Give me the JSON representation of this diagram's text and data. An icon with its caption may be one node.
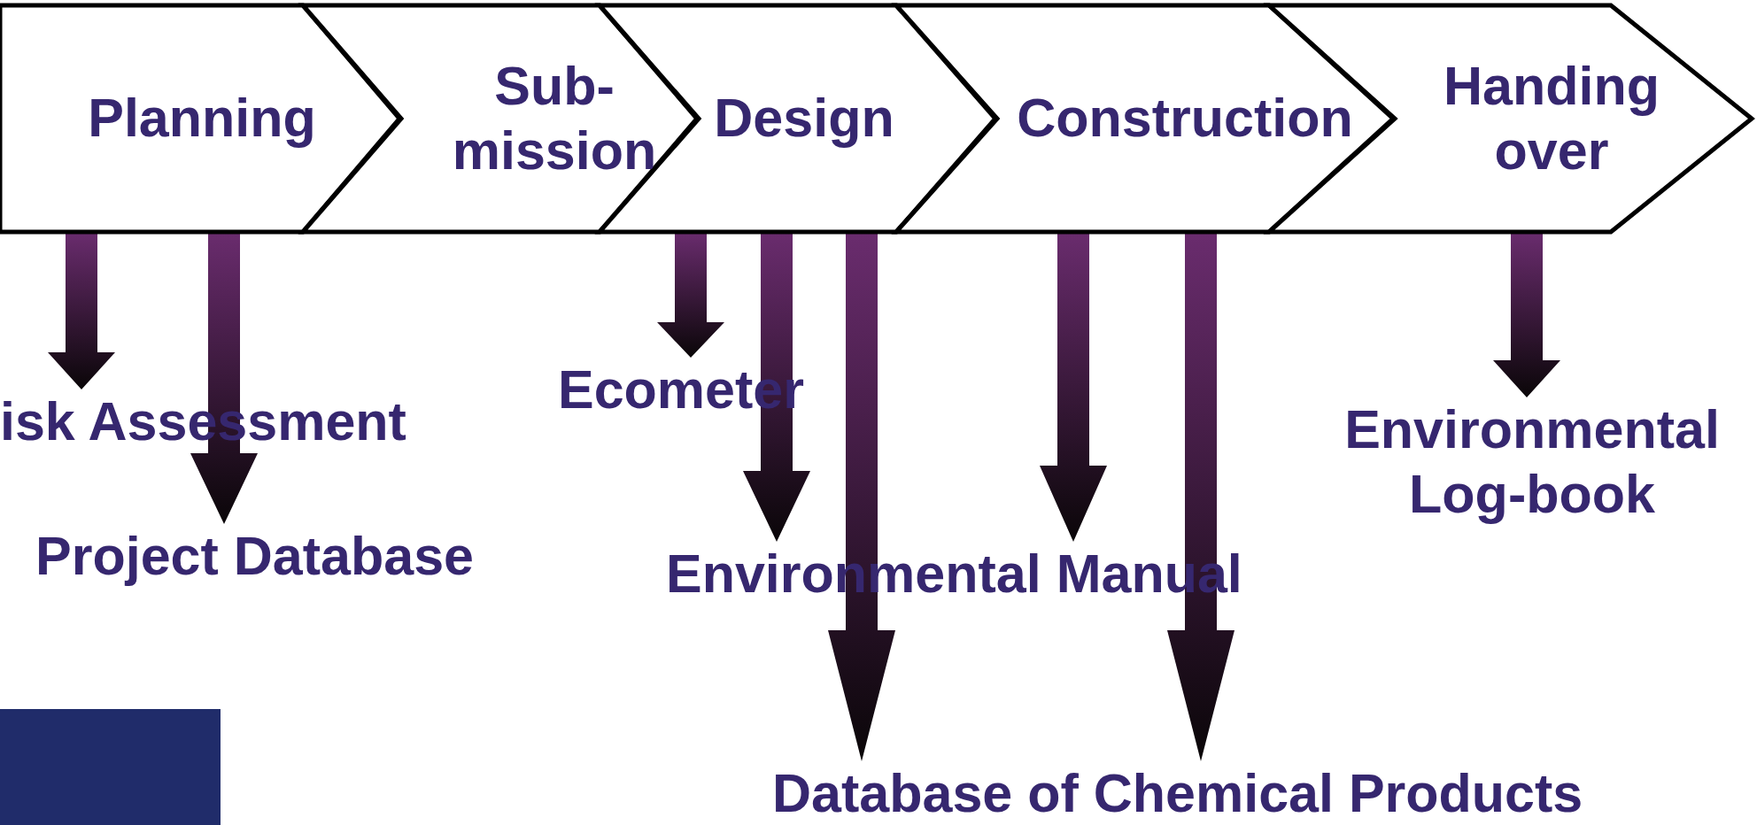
{
  "diagram": {
    "nodes": [
      {
        "text": [
          "Planning"
        ]
      },
      {
        "text": [
          "Sub- mission"
        ]
      },
      {
        "text": [
          "Design"
        ]
      },
      {
        "text": [
          "Construction"
        ]
      },
      {
        "text": [
          "Handing over"
        ]
      },
      {
        "text": [
          "isk Assessment"
        ]
      },
      {
        "text": [
          "Project Database"
        ]
      },
      {
        "text": [
          "Ecometer"
        ]
      },
      {
        "text": [
          "Environmental Manual"
        ]
      },
      {
        "text": [
          "Database of Chemical Products"
        ]
      },
      {
        "text": [
          "Environmental Log-book"
        ]
      }
    ],
    "edges": [
      {
        "from": 0,
        "to": 5,
        "arrow": "to"
      },
      {
        "from": 0,
        "to": 6,
        "arrow": "to"
      },
      {
        "from": 2,
        "to": 7,
        "arrow": "to"
      },
      {
        "from": 2,
        "to": 8,
        "arrow": "to"
      },
      {
        "from": 2,
        "to": 9,
        "arrow": "to"
      },
      {
        "from": 3,
        "to": 8,
        "arrow": "to"
      },
      {
        "from": 3,
        "to": 9,
        "arrow": "to"
      },
      {
        "from": 4,
        "to": 10,
        "arrow": "to"
      }
    ]
  }
}
